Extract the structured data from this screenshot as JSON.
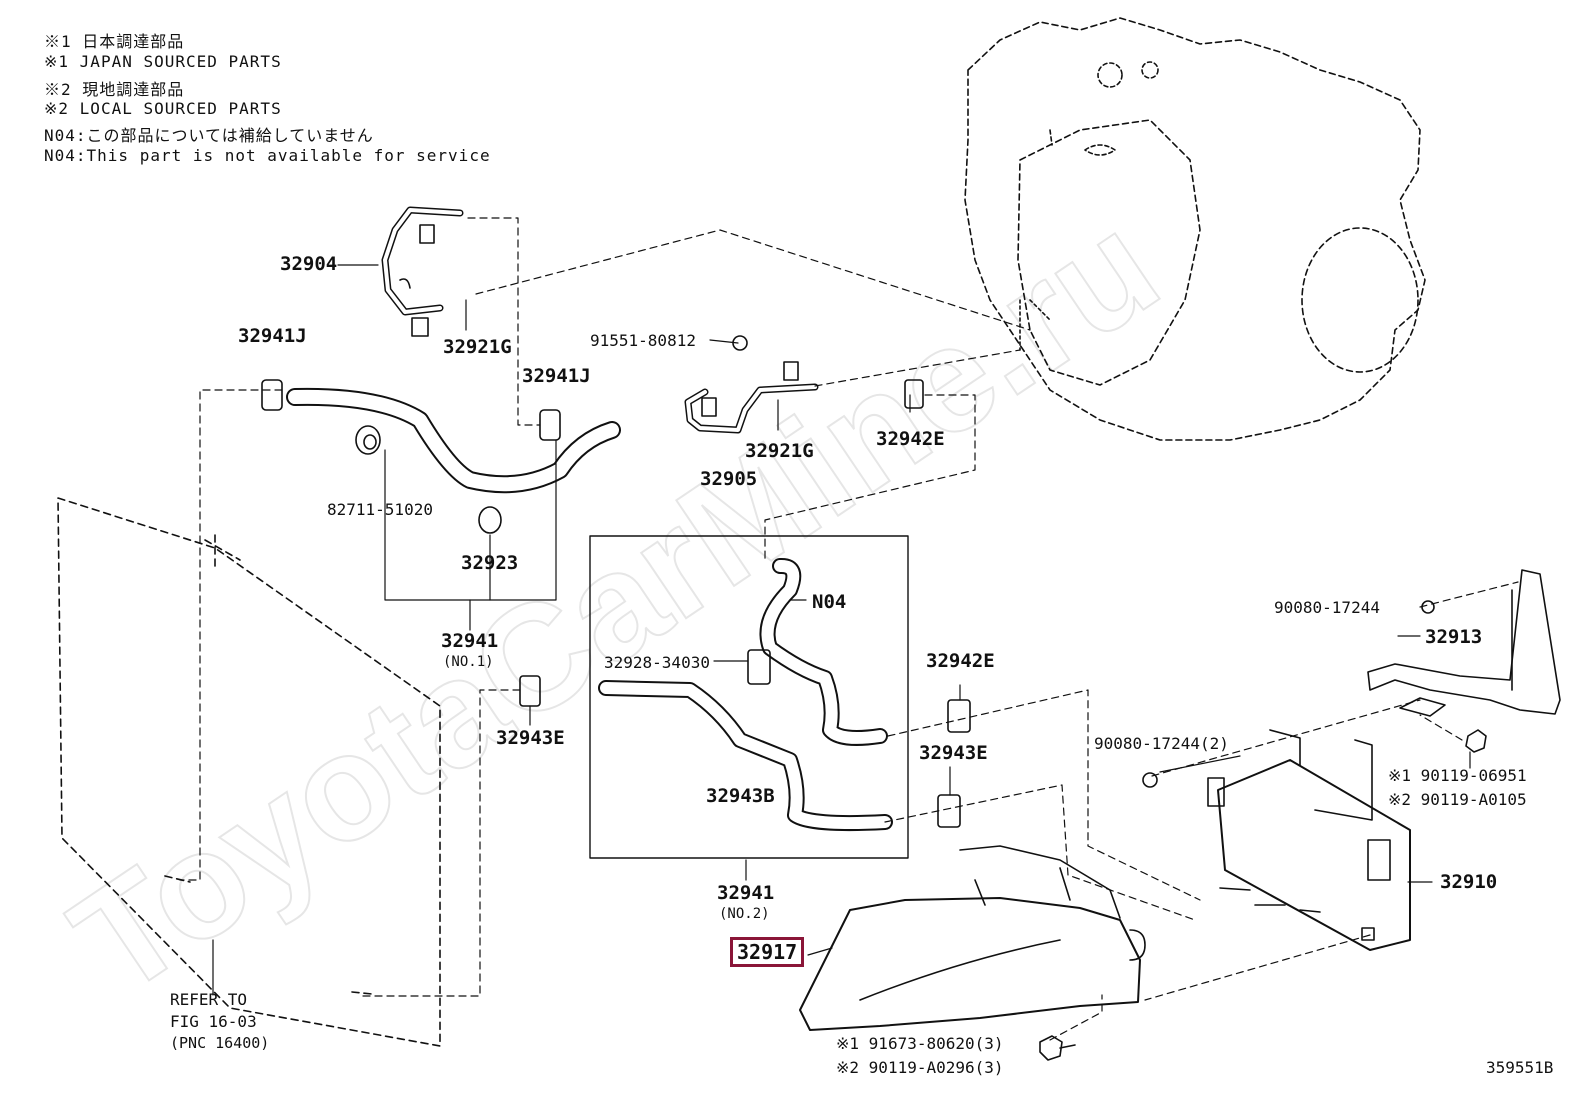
{
  "notes": [
    "※1 日本調達部品",
    "※1 JAPAN SOURCED PARTS",
    "※2 現地調達部品",
    "※2 LOCAL SOURCED PARTS",
    "N04:この部品については補給していません",
    "N04:This part is not available for service"
  ],
  "parts": {
    "p32904": "32904",
    "p32921g_a": "32921G",
    "p32941j_a": "32941J",
    "p32941j_b": "32941J",
    "p91551": "91551-80812",
    "p32921g_b": "32921G",
    "p32942e_a": "32942E",
    "p32905": "32905",
    "p82711": "82711-51020",
    "p32923": "32923",
    "p32941_1": "32941",
    "p32941_1_sub": "(NO.1)",
    "pN04": "N04",
    "p32928": "32928-34030",
    "p32942e_b": "32942E",
    "p32943e_a": "32943E",
    "p32943e_b": "32943E",
    "p32943b": "32943B",
    "p32941_2": "32941",
    "p32941_2_sub": "(NO.2)",
    "p32917": "32917",
    "p90080_a": "90080-17244",
    "p32913": "32913",
    "p90080_b": "90080-17244(2)",
    "p90119_a": "※1 90119-06951",
    "p90119_b": "※2 90119-A0105",
    "p32910": "32910",
    "p91673": "※1 91673-80620(3)",
    "p90119_c": "※2 90119-A0296(3)",
    "refer1": "REFER TO",
    "refer2": "FIG 16-03",
    "refer3": "(PNC 16400)",
    "figno": "359551B"
  },
  "watermark": "ToyotaCarMine.ru",
  "colors": {
    "highlight": "#8a1538",
    "line": "#111111",
    "watermark": "#e8e8e8"
  }
}
